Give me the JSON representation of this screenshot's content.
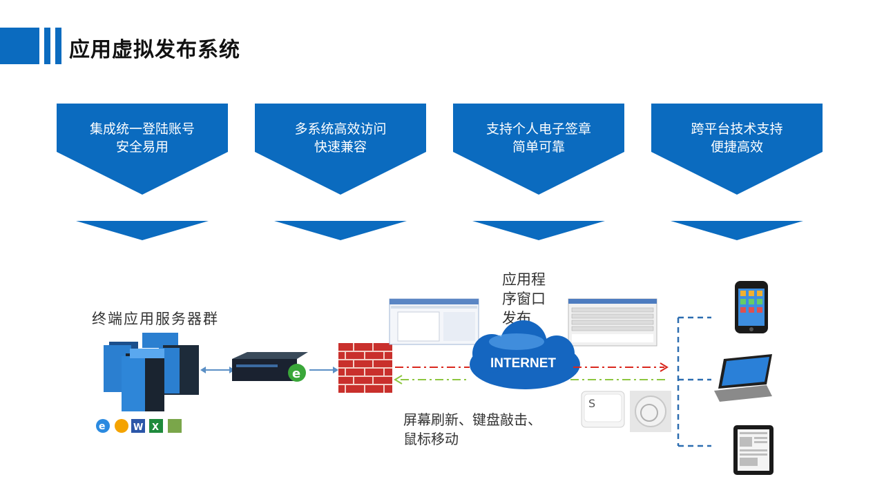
{
  "title": "应用虚拟发布系统",
  "colors": {
    "accent": "#0b6bbf",
    "red_dash": "#d9261c",
    "green_dash": "#8dc63f",
    "blue_dash": "#2b6cb0"
  },
  "features": [
    {
      "line1": "集成统一登陆账号",
      "line2": "安全易用"
    },
    {
      "line1": "多系统高效访问",
      "line2": "快速兼容"
    },
    {
      "line1": "支持个人电子签章",
      "line2": "简单可靠"
    },
    {
      "line1": "跨平台技术支持",
      "line2": "便捷高效"
    }
  ],
  "diagram": {
    "server_group_label": "终端应用服务器群",
    "publish_label": [
      "应用程",
      "序窗口",
      "发布"
    ],
    "internet_label": "INTERNET",
    "input_label": [
      "屏幕刷新、键盘敲击、",
      "鼠标移动"
    ],
    "key_label": "S",
    "devices": [
      "phone-icon",
      "laptop-icon",
      "tablet-icon"
    ],
    "app_icons": [
      "ie-icon",
      "app-icon",
      "word-icon",
      "excel-icon",
      "image-icon"
    ]
  }
}
